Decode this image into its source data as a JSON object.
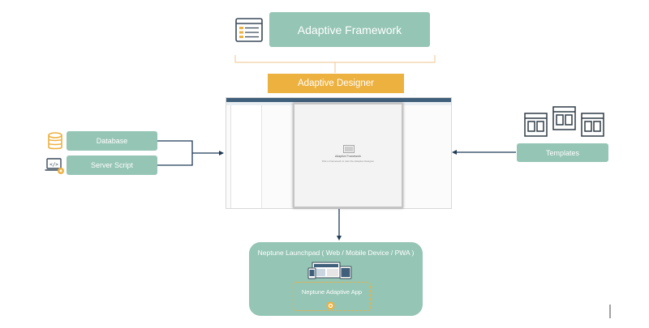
{
  "framework": {
    "label": "Adaptive Framework",
    "icon": "form-icon"
  },
  "designer": {
    "label": "Adaptive Designer"
  },
  "sources": [
    {
      "label": "Database",
      "icon": "database-icon"
    },
    {
      "label": "Server Script",
      "icon": "laptop-code-icon"
    }
  ],
  "templates": {
    "label": "Templates",
    "icon": "templates-icon"
  },
  "screenshot": {
    "canvas_title": "Adaptive Framework",
    "canvas_subtitle": "Pick a Framework to start the Adaptive Designer"
  },
  "launchpad": {
    "title": "Neptune Launchpad ( Web / Mobile Device / PWA )",
    "app_label": "Neptune Adaptive App",
    "device_icon": "devices-icon"
  },
  "colors": {
    "teal": "#95c5b4",
    "orange": "#edb140",
    "connector": "#1f3b57",
    "bracket": "#f2cfa0"
  }
}
